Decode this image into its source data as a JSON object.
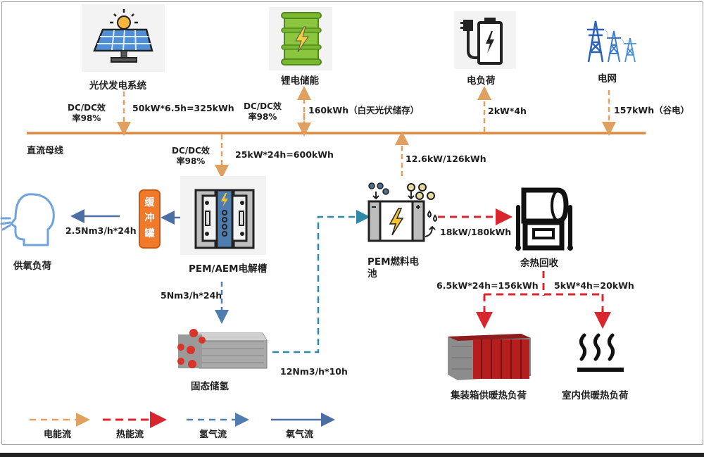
{
  "title": "Hydrogen–electric–thermal DC microgrid energy flow",
  "colors": {
    "electric": "#E0A060",
    "bus": "#E08A40",
    "heat": "#D9262E",
    "hydrogen": "#4F7DB0",
    "hydrogen_teal": "#2E8AA8",
    "oxygen": "#4A6FA5",
    "buffer_tank": "#F07A2A"
  },
  "bus": {
    "label": "直流母线"
  },
  "nodes": {
    "pv": {
      "label": "光伏发电系统",
      "icon": "solar-panel-icon"
    },
    "battery": {
      "label": "锂电储能",
      "icon": "battery-barrel-icon"
    },
    "load": {
      "label": "电负荷",
      "icon": "plug-battery-icon"
    },
    "grid": {
      "label": "电网",
      "icon": "power-tower-icon"
    },
    "electrolyzer": {
      "label": "PEM/AEM电解槽",
      "icon": "electrolyzer-icon"
    },
    "buffer": {
      "label": "缓冲罐",
      "icon": "buffer-tank-icon"
    },
    "oxygen_load": {
      "label": "供氧负荷",
      "icon": "breathing-head-icon"
    },
    "h2_storage": {
      "label": "固态储氢",
      "icon": "hydride-storage-icon"
    },
    "fuel_cell": {
      "label_line1": "PEM燃料电",
      "label_line2": "池",
      "icon": "fuel-cell-icon"
    },
    "heat_recovery": {
      "label": "余热回收",
      "icon": "heat-exchanger-icon"
    },
    "container_heat": {
      "label": "集装箱供暖热负荷",
      "icon": "container-icon"
    },
    "indoor_heat": {
      "label": "室内供暖热负荷",
      "icon": "heat-waves-icon"
    }
  },
  "flows": {
    "pv_eff_line1": "DC/DC效",
    "pv_eff_line2": "率98%",
    "pv_energy": "50kW*6.5h=325kWh",
    "battery_eff_line1": "DC/DC效",
    "battery_eff_line2": "率98%",
    "battery_energy": "160kWh（白天光伏储存）",
    "load_energy": "2kW*4h",
    "grid_energy": "157kWh（谷电）",
    "electrolyzer_eff_line1": "DC/DC效",
    "electrolyzer_eff_line2": "率98%",
    "electrolyzer_energy": "25kW*24h=600kWh",
    "fuel_cell_power": "12.6kW/126kWh",
    "oxygen_flow": "2.5Nm3/h*24h",
    "h2_to_storage": "5Nm3/h*24h",
    "h2_to_fuel_cell": "12Nm3/h*10h",
    "fc_heat": "18kW/180kWh",
    "container_heat": "6.5kW*24h=156kWh",
    "indoor_heat": "5kW*4h=20kWh"
  },
  "legend": [
    {
      "label": "电能流",
      "style": "dashed",
      "color": "#E0A060"
    },
    {
      "label": "热能流",
      "style": "dashed",
      "color": "#D9262E"
    },
    {
      "label": "氢气流",
      "style": "dashed",
      "color": "#4F7DB0"
    },
    {
      "label": "氧气流",
      "style": "solid",
      "color": "#4A6FA5"
    }
  ]
}
